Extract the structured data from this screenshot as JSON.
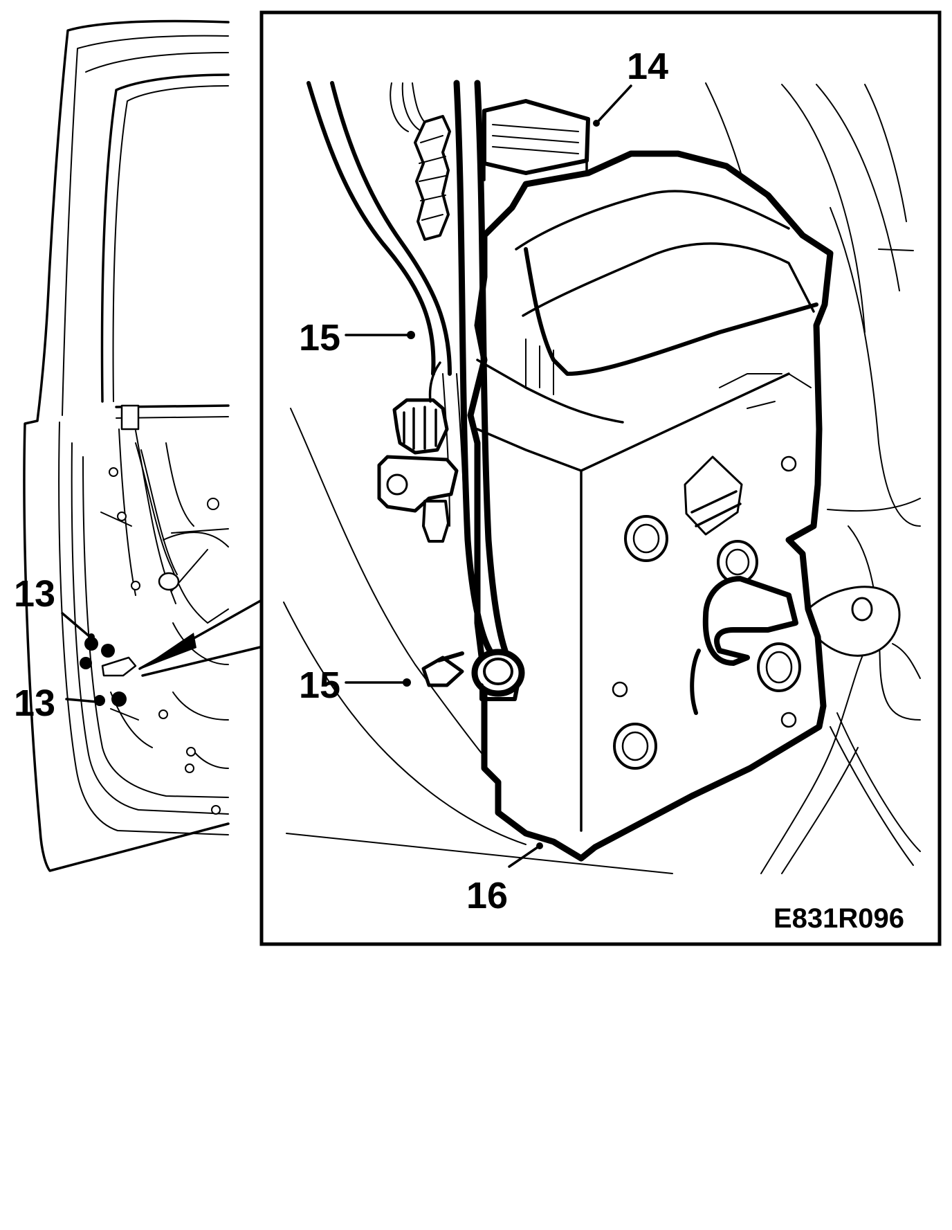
{
  "diagram": {
    "callouts": {
      "c13a": "13",
      "c13b": "13",
      "c14": "14",
      "c15a": "15",
      "c15b": "15",
      "c16": "16"
    },
    "figure_code": "E831R096",
    "colors": {
      "line": "#000000",
      "background": "#ffffff"
    }
  }
}
